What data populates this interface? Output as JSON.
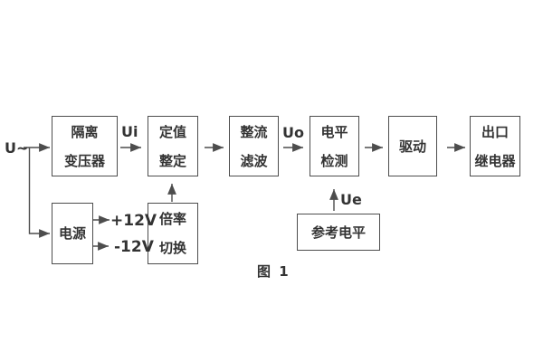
{
  "figure": {
    "caption": "图 1",
    "colors": {
      "background": "#ffffff",
      "line": "#4d4d4d",
      "text": "#333333"
    }
  },
  "blocks": [
    {
      "id": "isolation-transformer",
      "lines": [
        "隔离",
        "变压器"
      ]
    },
    {
      "id": "setting-adjust",
      "lines": [
        "定值",
        "整定"
      ]
    },
    {
      "id": "rectifier-filter",
      "lines": [
        "整流",
        "滤波"
      ]
    },
    {
      "id": "level-detection",
      "lines": [
        "电平",
        "检测"
      ]
    },
    {
      "id": "drive",
      "lines": [
        "驱动"
      ]
    },
    {
      "id": "output-relay",
      "lines": [
        "出口",
        "继电器"
      ]
    },
    {
      "id": "power-supply",
      "lines": [
        "电源"
      ]
    },
    {
      "id": "ratio-switch",
      "lines": [
        "倍率",
        "切换"
      ]
    },
    {
      "id": "reference-level",
      "lines": [
        "参考电平"
      ]
    }
  ],
  "labels": {
    "input": "U~",
    "ui": "Ui",
    "uo": "Uo",
    "ue": "Ue",
    "plus12": "+12V",
    "minus12": "-12V"
  }
}
